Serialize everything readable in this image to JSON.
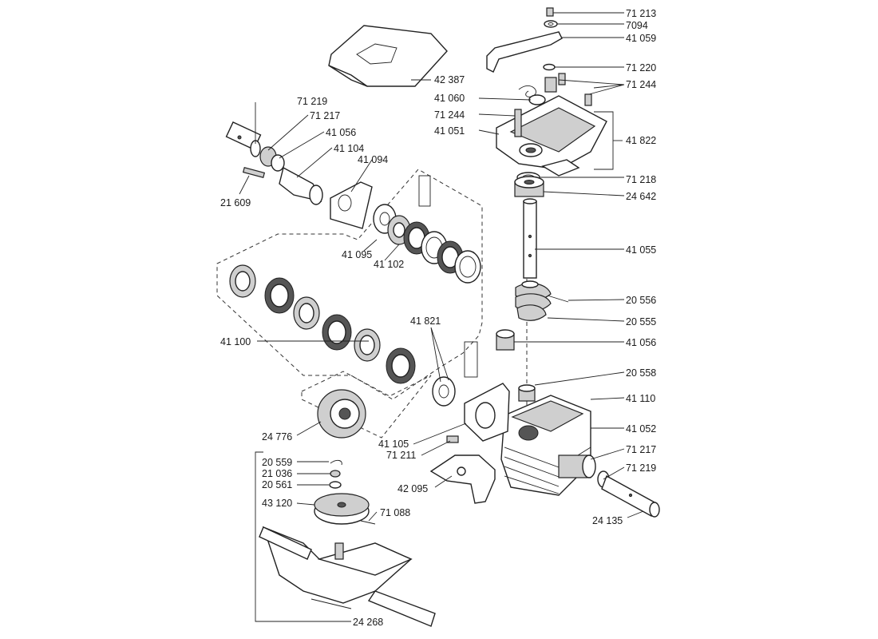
{
  "labels": {
    "l71213": "71 213",
    "l7094": "7094",
    "l41059": "41 059",
    "l71220": "71 220",
    "l71244a": "71 244",
    "l42387": "42 387",
    "l41060": "41 060",
    "l71244b": "71 244",
    "l41051": "41 051",
    "l41822": "41 822",
    "l71219a": "71 219",
    "l71217a": "71 217",
    "l41056a": "41 056",
    "l41104": "41 104",
    "l41094": "41 094",
    "l21609": "21 609",
    "l71218": "71 218",
    "l24642": "24 642",
    "l41095": "41 095",
    "l41102": "41 102",
    "l41055": "41 055",
    "l20556": "20 556",
    "l20555": "20 555",
    "l41100": "41 100",
    "l41821": "41 821",
    "l41056b": "41 056",
    "l20558": "20 558",
    "l41110": "41 110",
    "l24776": "24 776",
    "l41052": "41 052",
    "l41105": "41 105",
    "l71211": "71 211",
    "l71217b": "71 217",
    "l20559": "20 559",
    "l71219b": "71 219",
    "l21036": "21 036",
    "l20561": "20 561",
    "l42095": "42 095",
    "l43120": "43 120",
    "l71088": "71 088",
    "l24135": "24 135",
    "l24268": "24 268"
  }
}
